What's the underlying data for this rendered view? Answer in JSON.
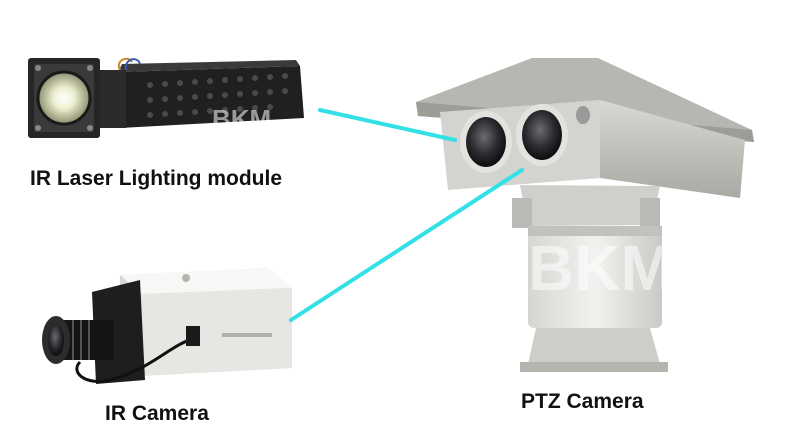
{
  "labels": {
    "laser_module": "IR Laser Lighting module",
    "ir_camera": "IR Camera",
    "ptz_camera": "PTZ Camera"
  },
  "watermark": "BKM",
  "colors": {
    "arrow": "#33e0e6",
    "housing": "#c8c8c4",
    "housing_shadow": "#a9a9a4",
    "body_light": "#ebebe8",
    "dark": "#1b1b1b",
    "text": "#111111"
  },
  "icons": {
    "laser_module": "laser-module-icon",
    "ir_camera": "box-camera-icon",
    "ptz_camera": "ptz-camera-icon"
  }
}
